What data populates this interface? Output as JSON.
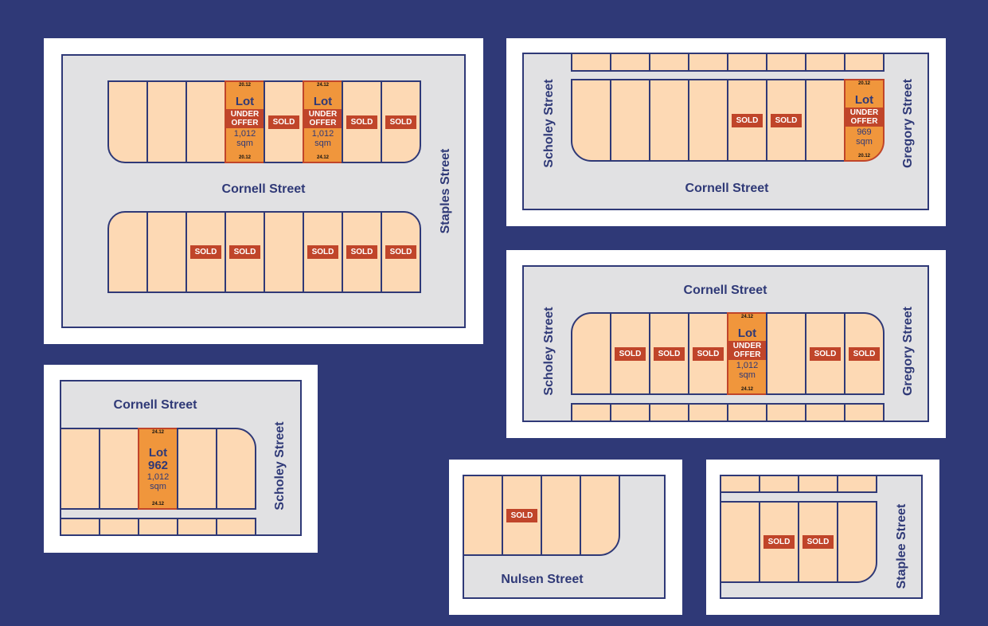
{
  "colors": {
    "background": "#2f3977",
    "lot": "#fdd9b4",
    "under_offer": "#f0963c",
    "sold": "#c0452a",
    "street": "#e1e1e3"
  },
  "panels": [
    {
      "streets": [
        "Cornell Street",
        "Staples Street"
      ],
      "blocks": [
        {
          "lots": [
            {},
            {},
            {},
            {
              "status": "under_offer",
              "label": "Lot",
              "area": "1,012",
              "unit": "sqm",
              "dim": "20.12",
              "badge": "UNDER OFFER"
            },
            {
              "status": "sold",
              "badge": "SOLD"
            },
            {
              "status": "under_offer",
              "label": "Lot",
              "area": "1,012",
              "unit": "sqm",
              "dim": "24.12",
              "badge": "UNDER OFFER"
            },
            {
              "status": "sold",
              "badge": "SOLD"
            },
            {
              "status": "sold",
              "badge": "SOLD"
            }
          ]
        },
        {
          "lots": [
            {},
            {},
            {
              "status": "sold",
              "badge": "SOLD"
            },
            {
              "status": "sold",
              "badge": "SOLD"
            },
            {},
            {
              "status": "sold",
              "badge": "SOLD"
            },
            {
              "status": "sold",
              "badge": "SOLD"
            },
            {
              "status": "sold",
              "badge": "SOLD"
            }
          ]
        }
      ]
    },
    {
      "streets": [
        "Cornell Street",
        "Scholey Street",
        "Gregory Street"
      ],
      "blocks": [
        {
          "lots": [
            {},
            {},
            {},
            {},
            {},
            {},
            {},
            {}
          ]
        },
        {
          "lots": [
            {},
            {},
            {},
            {},
            {
              "status": "sold",
              "badge": "SOLD"
            },
            {
              "status": "sold",
              "badge": "SOLD"
            },
            {},
            {
              "status": "under_offer",
              "label": "Lot",
              "area": "969",
              "unit": "sqm",
              "dim": "20.12",
              "badge": "UNDER OFFER"
            }
          ]
        }
      ]
    },
    {
      "streets": [
        "Cornell Street",
        "Scholey Street",
        "Gregory Street"
      ],
      "blocks": [
        {
          "lots": [
            {},
            {
              "status": "sold",
              "badge": "SOLD"
            },
            {
              "status": "sold",
              "badge": "SOLD"
            },
            {
              "status": "sold",
              "badge": "SOLD"
            },
            {
              "status": "under_offer",
              "label": "Lot",
              "area": "1,012",
              "unit": "sqm",
              "dim": "24.12",
              "badge": "UNDER OFFER"
            },
            {},
            {
              "status": "sold",
              "badge": "SOLD"
            },
            {
              "status": "sold",
              "badge": "SOLD"
            }
          ]
        },
        {
          "lots": [
            {},
            {},
            {},
            {},
            {},
            {},
            {},
            {}
          ]
        }
      ]
    },
    {
      "streets": [
        "Cornell Street",
        "Scholey Street"
      ],
      "blocks": [
        {
          "lots": [
            {},
            {},
            {
              "status": "featured",
              "label": "Lot",
              "number": "962",
              "area": "1,012",
              "unit": "sqm",
              "dim": "24.12"
            },
            {},
            {}
          ]
        },
        {
          "lots": [
            {},
            {},
            {},
            {},
            {}
          ]
        }
      ]
    },
    {
      "streets": [
        "Nulsen Street"
      ],
      "blocks": [
        {
          "lots": [
            {},
            {
              "status": "sold",
              "badge": "SOLD"
            },
            {},
            {}
          ]
        }
      ]
    },
    {
      "streets": [
        "Staplee Street"
      ],
      "blocks": [
        {
          "lots": [
            {},
            {},
            {},
            {}
          ]
        },
        {
          "lots": [
            {},
            {
              "status": "sold",
              "badge": "SOLD"
            },
            {
              "status": "sold",
              "badge": "SOLD"
            },
            {}
          ]
        }
      ]
    }
  ]
}
